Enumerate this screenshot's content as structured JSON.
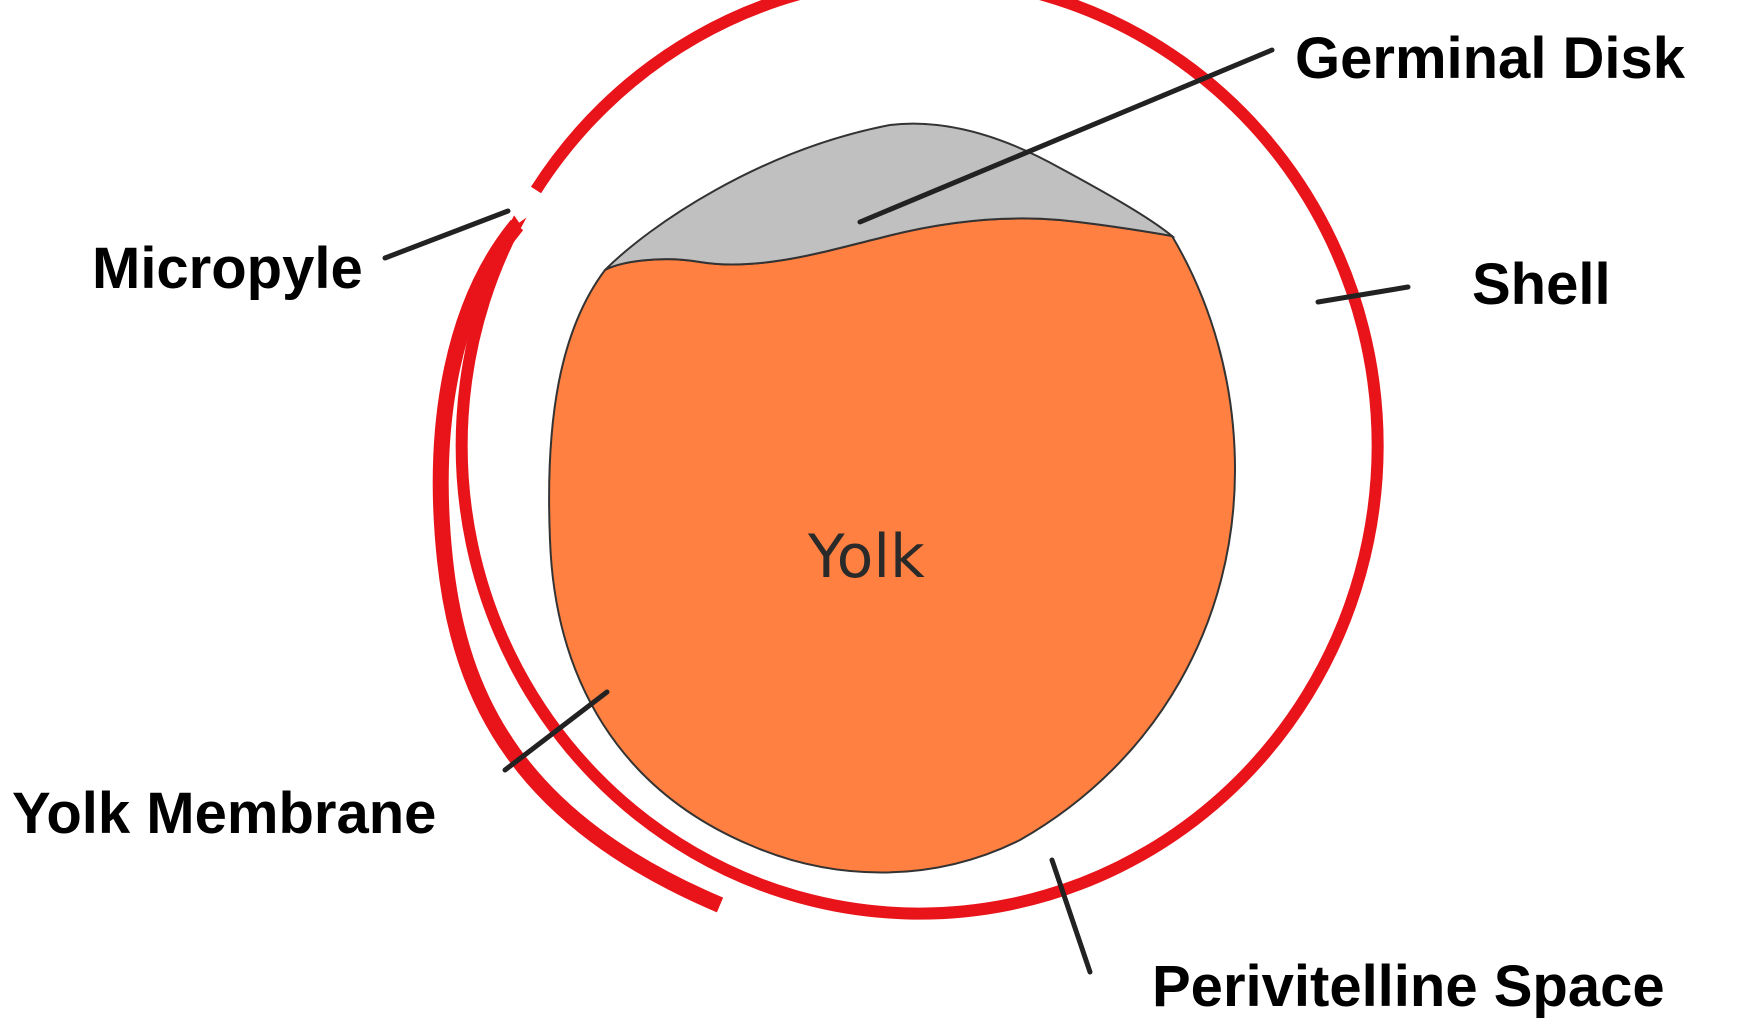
{
  "diagram": {
    "labels": {
      "germinal_disk": "Germinal Disk",
      "micropyle": "Micropyle",
      "shell": "Shell",
      "yolk": "Yolk",
      "yolk_membrane": "Yolk Membrane",
      "perivitelline_space": "Perivitelline Space"
    },
    "colors": {
      "shell": "#e8141a",
      "yolk": "#ff8040",
      "germinal_disk": "#c0c0c0",
      "outline": "#333333",
      "background": "#ffffff"
    }
  }
}
